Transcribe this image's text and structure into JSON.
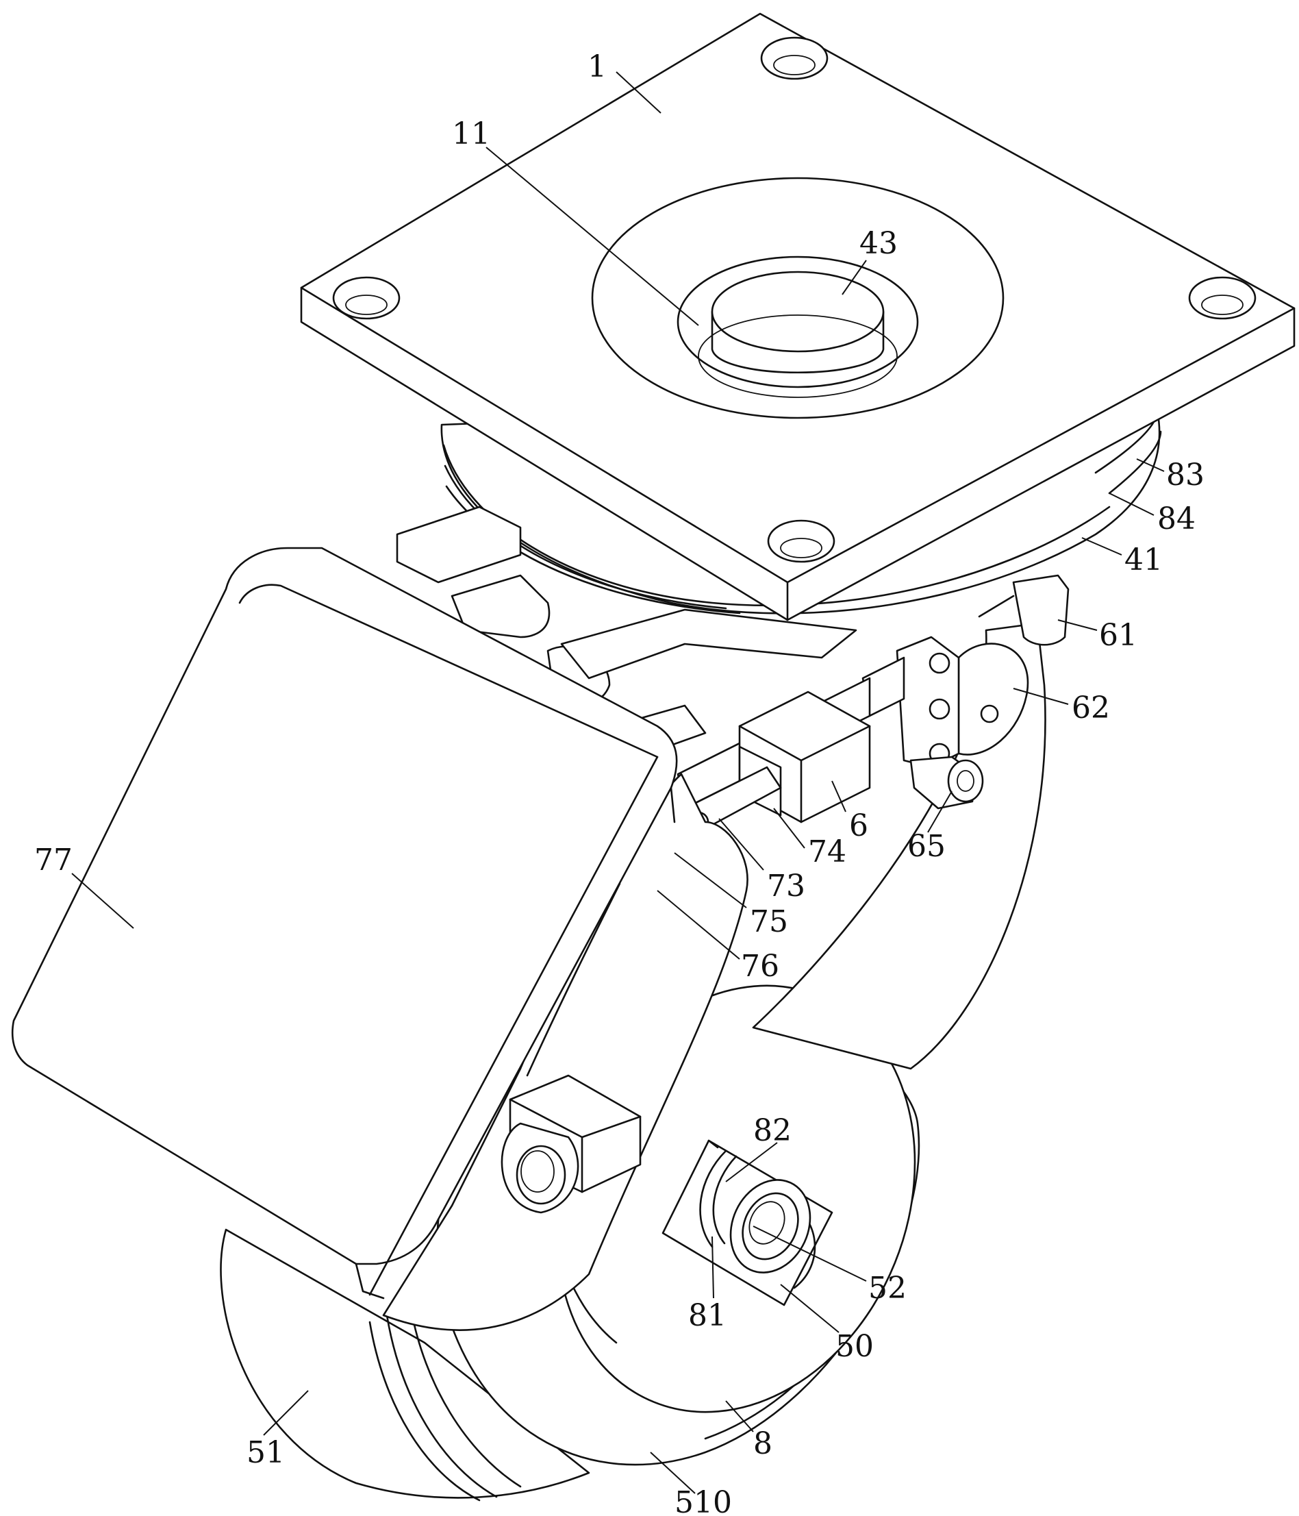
{
  "figure": {
    "type": "patent-perspective-drawing",
    "line_color": "#111111",
    "background": "#ffffff",
    "reference_numerals": [
      {
        "id": "1",
        "text": "1"
      },
      {
        "id": "11",
        "text": "11"
      },
      {
        "id": "43",
        "text": "43"
      },
      {
        "id": "83",
        "text": "83"
      },
      {
        "id": "84",
        "text": "84"
      },
      {
        "id": "41",
        "text": "41"
      },
      {
        "id": "61",
        "text": "61"
      },
      {
        "id": "62",
        "text": "62"
      },
      {
        "id": "65",
        "text": "65"
      },
      {
        "id": "6",
        "text": "6"
      },
      {
        "id": "74",
        "text": "74"
      },
      {
        "id": "73",
        "text": "73"
      },
      {
        "id": "75",
        "text": "75"
      },
      {
        "id": "76",
        "text": "76"
      },
      {
        "id": "77",
        "text": "77"
      },
      {
        "id": "82",
        "text": "82"
      },
      {
        "id": "52",
        "text": "52"
      },
      {
        "id": "81",
        "text": "81"
      },
      {
        "id": "50",
        "text": "50"
      },
      {
        "id": "8",
        "text": "8"
      },
      {
        "id": "51",
        "text": "51"
      },
      {
        "id": "510",
        "text": "510"
      }
    ]
  }
}
